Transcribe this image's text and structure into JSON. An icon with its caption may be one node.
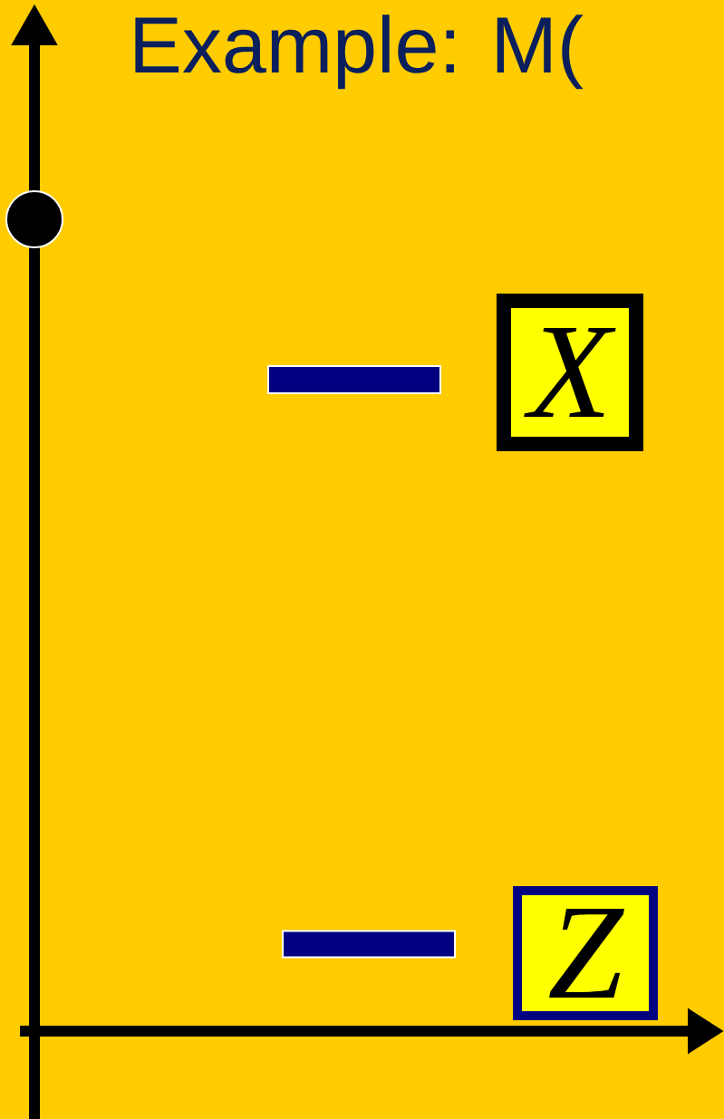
{
  "diagram": {
    "title": "Example: M(",
    "nodes": [
      {
        "text": [],
        "shape": "bar"
      },
      {
        "text": [
          "X"
        ]
      },
      {
        "text": [],
        "shape": "bar"
      },
      {
        "text": [
          "Z"
        ]
      }
    ]
  }
}
